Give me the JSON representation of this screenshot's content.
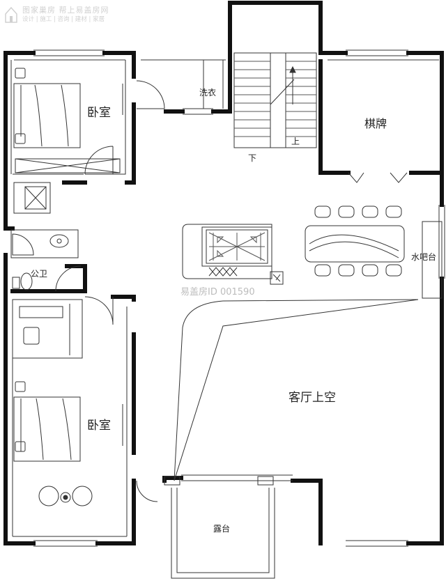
{
  "logo": {
    "title": "图家巢房 帮上易盖房网",
    "subtitle": "设计 | 施工 | 咨询 | 建材 | 家居"
  },
  "watermark": "易盖房ID 001590",
  "rooms": {
    "bedroom_top": "卧室",
    "laundry": "洗衣",
    "chess_room": "棋牌",
    "bar_counter": "水吧台",
    "public_bath": "公卫",
    "living_void": "客厅上空",
    "bedroom_bottom": "卧室",
    "terrace": "露台"
  },
  "stairs": {
    "down": "下",
    "up": "上"
  },
  "colors": {
    "wall": "#111111",
    "line": "#333333",
    "thin": "#777777",
    "watermark": "#b5b5b5"
  }
}
